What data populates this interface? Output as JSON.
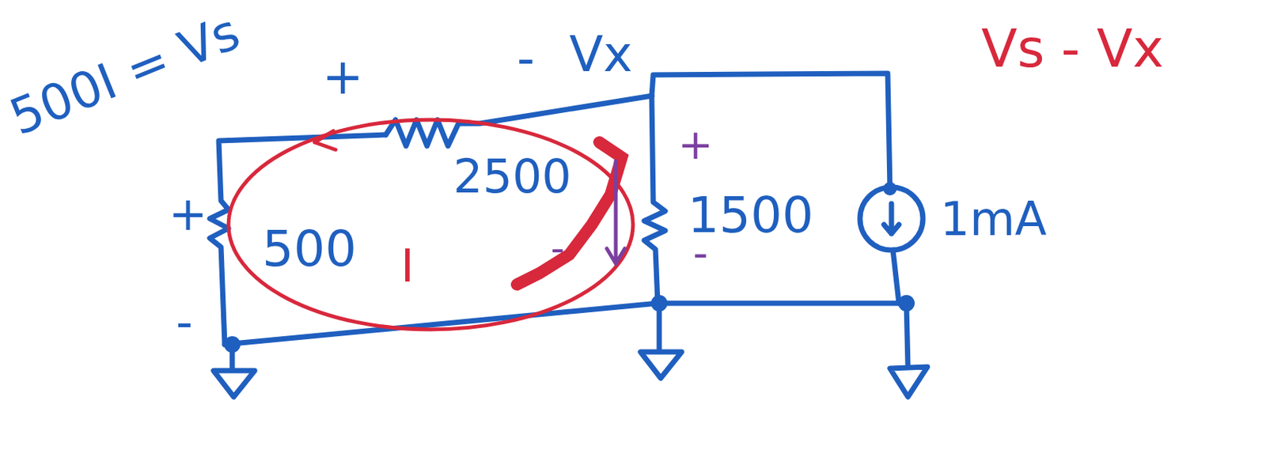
{
  "diagram": {
    "labels": [
      "500I = Vs",
      "+",
      "-",
      "Vx",
      "Vs - Vx",
      "+",
      "500",
      "I",
      "2500",
      "-",
      "-",
      "+",
      "1500",
      "-",
      "1mA"
    ]
  }
}
